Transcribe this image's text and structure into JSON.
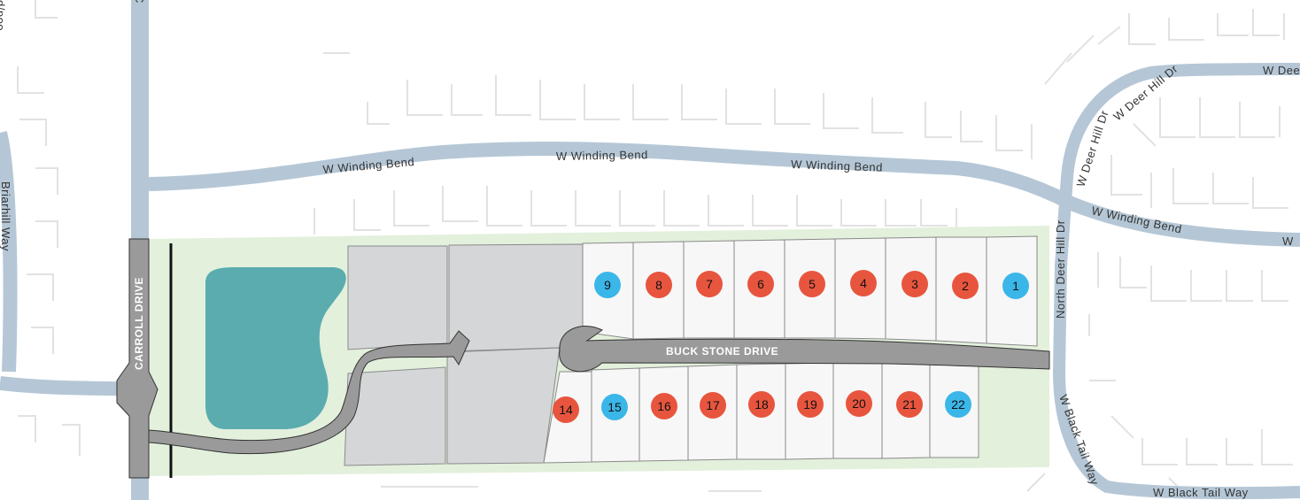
{
  "colors": {
    "available": "#e8553e",
    "highlight": "#3bb6e8",
    "road_outer": "#b5c7d6",
    "development": "#e3f0dc",
    "pond": "#5aacaf",
    "internal_road": "#9a9a9a",
    "common_parcel": "#d4d6d8",
    "lot_fill": "#f7f7f7"
  },
  "roads": {
    "winding_bend_1": "W Winding Bend",
    "winding_bend_2": "W Winding Bend",
    "winding_bend_3": "W Winding Bend",
    "winding_bend_4": "W Winding Bend",
    "winding_bend_5": "W",
    "deer_hill_1": "W Deer Hill Dr",
    "deer_hill_2": "W Deer Hill Dr",
    "deer_hill_3": "W Dee",
    "north_deer_hill": "North Deer Hill Dr",
    "black_tail_1": "W Black Tail Way",
    "black_tail_2": "W Black Tail Way",
    "briarhill": "Briarhill Way",
    "carroll": "CARROLL DRIVE",
    "buck_stone": "BUCK STONE DRIVE",
    "edge_top": "C",
    "edge_left": "d/poo"
  },
  "lots": [
    {
      "number": "1",
      "status": "highlight"
    },
    {
      "number": "2",
      "status": "available"
    },
    {
      "number": "3",
      "status": "available"
    },
    {
      "number": "4",
      "status": "available"
    },
    {
      "number": "5",
      "status": "available"
    },
    {
      "number": "6",
      "status": "available"
    },
    {
      "number": "7",
      "status": "available"
    },
    {
      "number": "8",
      "status": "available"
    },
    {
      "number": "9",
      "status": "highlight"
    },
    {
      "number": "14",
      "status": "available"
    },
    {
      "number": "15",
      "status": "highlight"
    },
    {
      "number": "16",
      "status": "available"
    },
    {
      "number": "17",
      "status": "available"
    },
    {
      "number": "18",
      "status": "available"
    },
    {
      "number": "19",
      "status": "available"
    },
    {
      "number": "20",
      "status": "available"
    },
    {
      "number": "21",
      "status": "available"
    },
    {
      "number": "22",
      "status": "highlight"
    }
  ]
}
